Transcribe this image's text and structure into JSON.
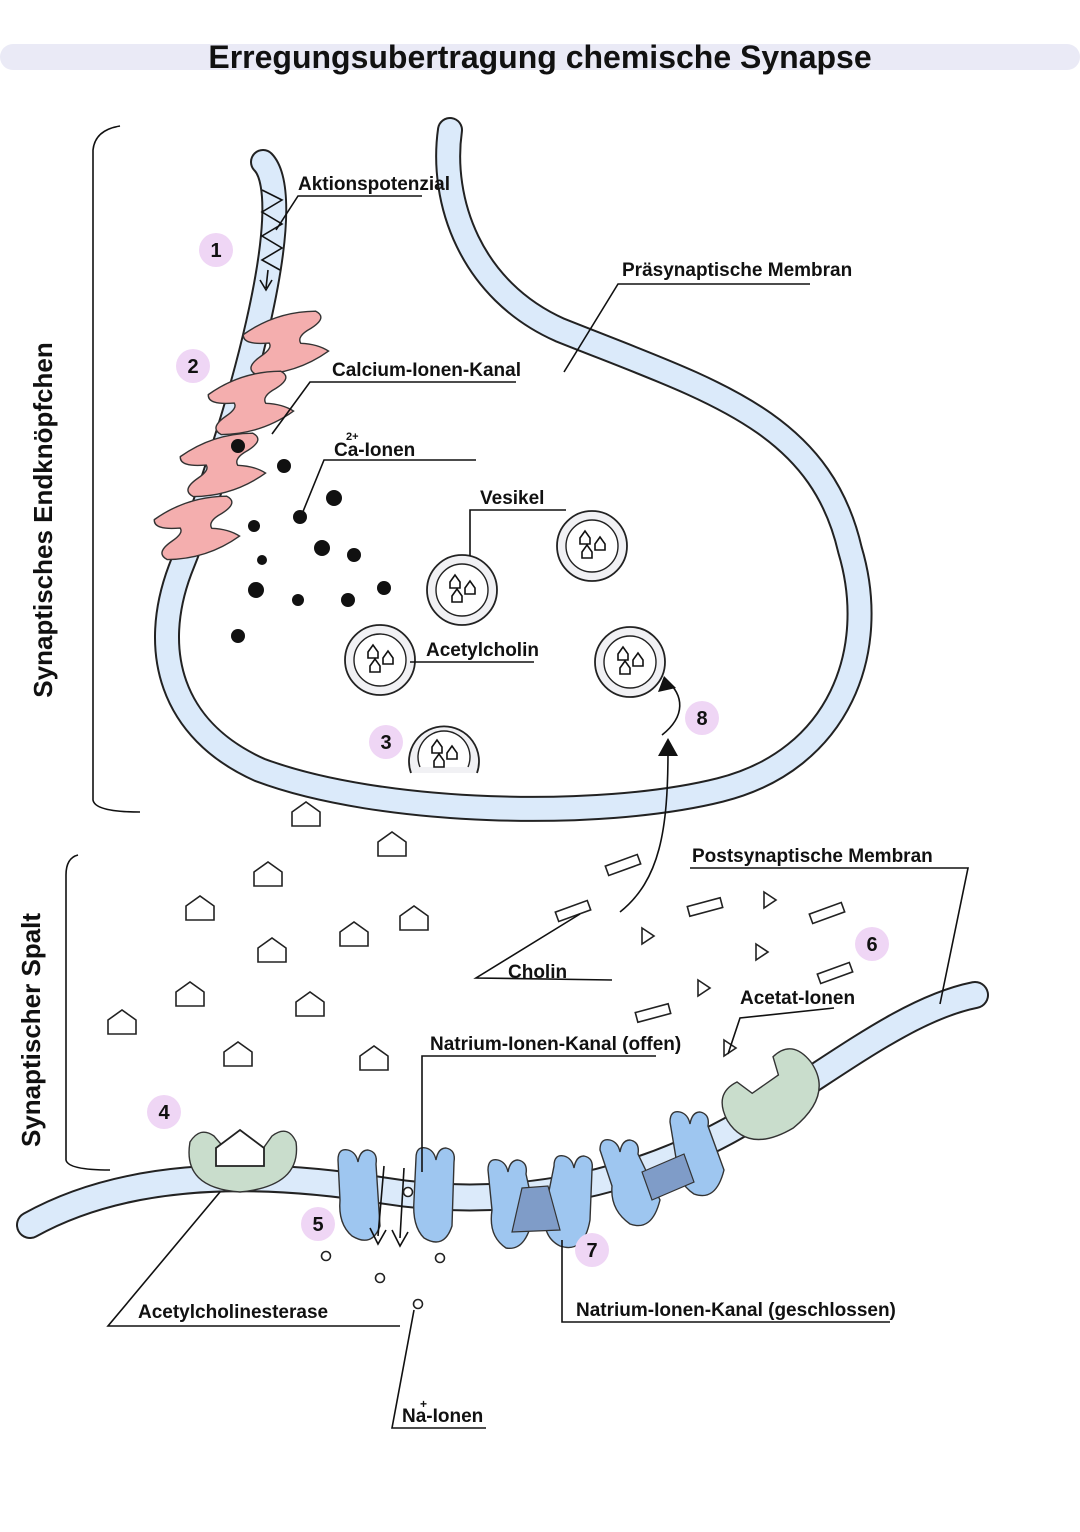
{
  "title": "Erregungsubertragung chemische Synapse",
  "side_labels": {
    "endknoepfchen": "Synaptisches Endknöpfchen",
    "spalt": "Synaptischer Spalt"
  },
  "labels": {
    "aktionspotenzial": "Aktionspotenzial",
    "praesynaptische_membran": "Präsynaptische Membran",
    "calcium_kanal": "Calcium-Ionen-Kanal",
    "ca_ionen": "Ca-Ionen",
    "ca_charge": "2+",
    "vesikel": "Vesikel",
    "acetylcholin": "Acetylcholin",
    "postsynaptische_membran": "Postsynaptische Membran",
    "cholin": "Cholin",
    "acetat_ionen": "Acetat-Ionen",
    "natrium_offen": "Natrium-Ionen-Kanal (offen)",
    "acetylcholinesterase": "Acetylcholinesterase",
    "natrium_geschlossen": "Natrium-Ionen-Kanal (geschlossen)",
    "na_ionen": "Na-Ionen",
    "na_charge": "+"
  },
  "steps": [
    "1",
    "2",
    "3",
    "4",
    "5",
    "6",
    "7",
    "8"
  ],
  "colors": {
    "membrane_fill": "#dbeafa",
    "calcium_channel": "#f4aeae",
    "sodium_channel": "#9ec6f0",
    "enzyme": "#c9ddcc",
    "step_badge": "#efd6f5",
    "title_bar": "#eaeaf6"
  }
}
